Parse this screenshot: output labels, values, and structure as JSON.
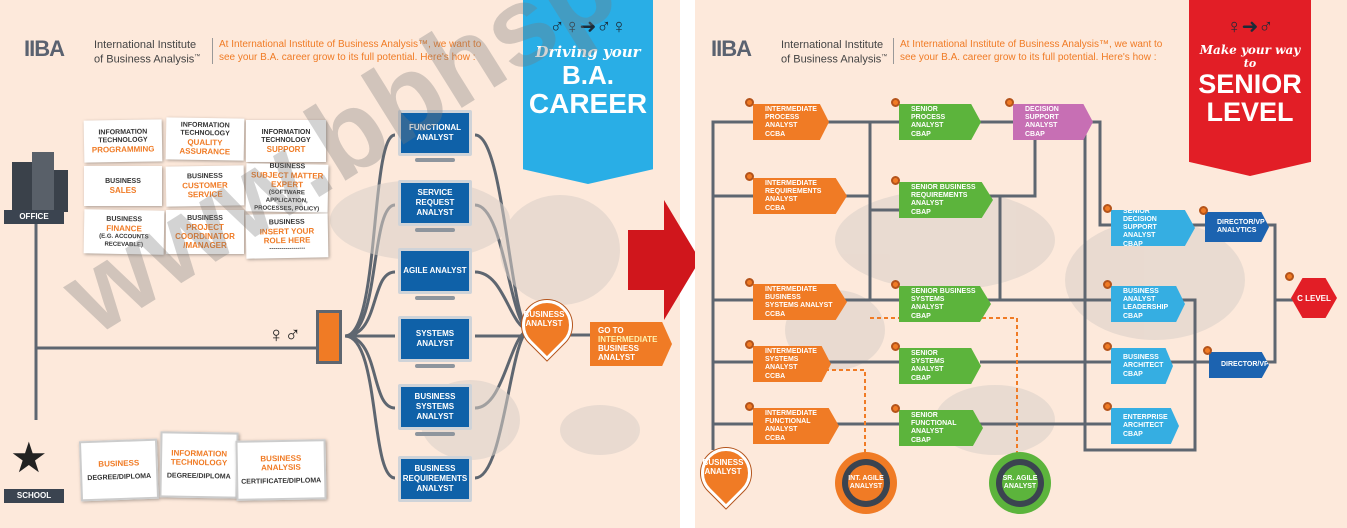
{
  "brand": {
    "logo": "IIBA",
    "name_line1": "International Institute",
    "name_line2": "of Business Analysis",
    "name_mark": "™"
  },
  "left": {
    "tagline_line1": "At International Institute of Business Analysis™, we want to",
    "tagline_line2": "see your B.A. career grow to its full potential. Here's how :",
    "banner": {
      "script": "Driving your",
      "big1": "B.A.",
      "big2": "CAREER"
    },
    "office_label": "OFFICE",
    "school_label": "SCHOOL",
    "notes": [
      {
        "top": "INFORMATION TECHNOLOGY",
        "hl": "PROGRAMMING",
        "sub": ""
      },
      {
        "top": "INFORMATION TECHNOLOGY",
        "hl": "QUALITY ASSURANCE",
        "sub": ""
      },
      {
        "top": "INFORMATION TECHNOLOGY",
        "hl": "SUPPORT",
        "sub": ""
      },
      {
        "top": "BUSINESS",
        "hl": "SALES",
        "sub": ""
      },
      {
        "top": "BUSINESS",
        "hl": "CUSTOMER SERVICE",
        "sub": ""
      },
      {
        "top": "BUSINESS",
        "hl": "SUBJECT MATTER EXPERT",
        "sub": "(SOFTWARE APPLICATION, PROCESSES, POLICY)"
      },
      {
        "top": "BUSINESS",
        "hl": "FINANCE",
        "sub": "(E.G. ACCOUNTS RECEVABLE)"
      },
      {
        "top": "BUSINESS",
        "hl": "PROJECT COORDINATOR /MANAGER",
        "sub": ""
      },
      {
        "top": "BUSINESS",
        "hl": "INSERT YOUR ROLE HERE",
        "sub": "------------------"
      }
    ],
    "diplomas": [
      {
        "hl": "BUSINESS",
        "sub": "DEGREE/DIPLOMA"
      },
      {
        "hl": "INFORMATION TECHNOLOGY",
        "sub": "DEGREE/DIPLOMA"
      },
      {
        "hl": "BUSINESS ANALYSIS",
        "sub": "CERTIFICATE/DIPLOMA"
      }
    ],
    "monitors": [
      "FUNCTIONAL ANALYST",
      "SERVICE REQUEST ANALYST",
      "AGILE ANALYST",
      "SYSTEMS ANALYST",
      "BUSINESS SYSTEMS ANALYST",
      "BUSINESS REQUIREMENTS ANALYST"
    ],
    "ba_pin": "BUSINESS ANALYST",
    "goto_prefix": "GO TO ",
    "goto_hl": "INTERMEDIATE",
    "goto_line2": "BUSINESS ANALYST"
  },
  "right": {
    "tagline_line1": "At International Institute of Business Analysis™, we want to",
    "tagline_line2": "see your B.A. career grow to its full potential. Here's how :",
    "banner": {
      "script1": "Make your way",
      "script2": "to",
      "big1": "SENIOR",
      "big2": "LEVEL"
    },
    "intermediate": [
      {
        "name": "INTERMEDIATE PROCESS ANALYST",
        "cert": "CCBA"
      },
      {
        "name": "INTERMEDIATE REQUIREMENTS ANALYST",
        "cert": "CCBA"
      },
      {
        "name": "INTERMEDIATE BUSINESS SYSTEMS ANALYST",
        "cert": "CCBA"
      },
      {
        "name": "INTERMEDIATE SYSTEMS ANALYST",
        "cert": "CCBA"
      },
      {
        "name": "INTERMEDIATE FUNCTIONAL ANALYST",
        "cert": "CCBA"
      }
    ],
    "senior": [
      {
        "name": "SENIOR PROCESS ANALYST",
        "cert": "CBAP"
      },
      {
        "name": "SENIOR BUSINESS REQUIREMENTS ANALYST",
        "cert": "CBAP"
      },
      {
        "name": "SENIOR BUSINESS SYSTEMS ANALYST",
        "cert": "CBAP"
      },
      {
        "name": "SENIOR SYSTEMS ANALYST",
        "cert": "CBAP"
      },
      {
        "name": "SENIOR FUNCTIONAL ANALYST",
        "cert": "CBAP"
      }
    ],
    "decision": {
      "name": "DECISION SUPPORT ANALYST",
      "cert": "CBAP"
    },
    "blue_roles": [
      {
        "name": "SENIOR DECISION SUPPORT ANALYST",
        "cert": "CBAP"
      },
      {
        "name": "BUSINESS ANALYST LEADERSHIP",
        "cert": "CBAP"
      },
      {
        "name": "BUSINESS ARCHITECT",
        "cert": "CBAP"
      },
      {
        "name": "ENTERPRISE ARCHITECT",
        "cert": "CBAP"
      }
    ],
    "directors": [
      "DIRECTOR/VP ANALYTICS",
      "DIRECTOR/VP"
    ],
    "clevel": "C LEVEL",
    "ba_pin": "BUSINESS ANALYST",
    "gears": [
      "INT. AGILE ANALYST",
      "SR. AGILE ANALYST"
    ]
  },
  "watermark": "www.bbhspace.net",
  "colors": {
    "orange": "#f07b25",
    "green": "#5cb43c",
    "blue": "#35aee2",
    "navy": "#1c63b0",
    "red": "#e21e26",
    "monitor": "#0f61a8",
    "bg": "#fde9db"
  }
}
